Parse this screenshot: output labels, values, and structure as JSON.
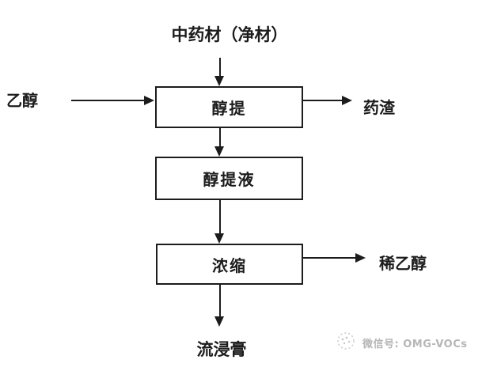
{
  "flowchart": {
    "source": "中药材（净材）",
    "solvent_input": "乙醇",
    "steps": [
      {
        "label": "醇提"
      },
      {
        "label": "醇提液"
      },
      {
        "label": "浓缩"
      }
    ],
    "residue_output": "药渣",
    "dilute_ethanol_output": "稀乙醇",
    "final_product": "流浸膏"
  },
  "watermark": {
    "label": "微信号: OMG-VOCs"
  },
  "colors": {
    "line": "#1c1c1c",
    "box_fill": "#ffffff",
    "watermark_text": "#b6b6b6"
  }
}
